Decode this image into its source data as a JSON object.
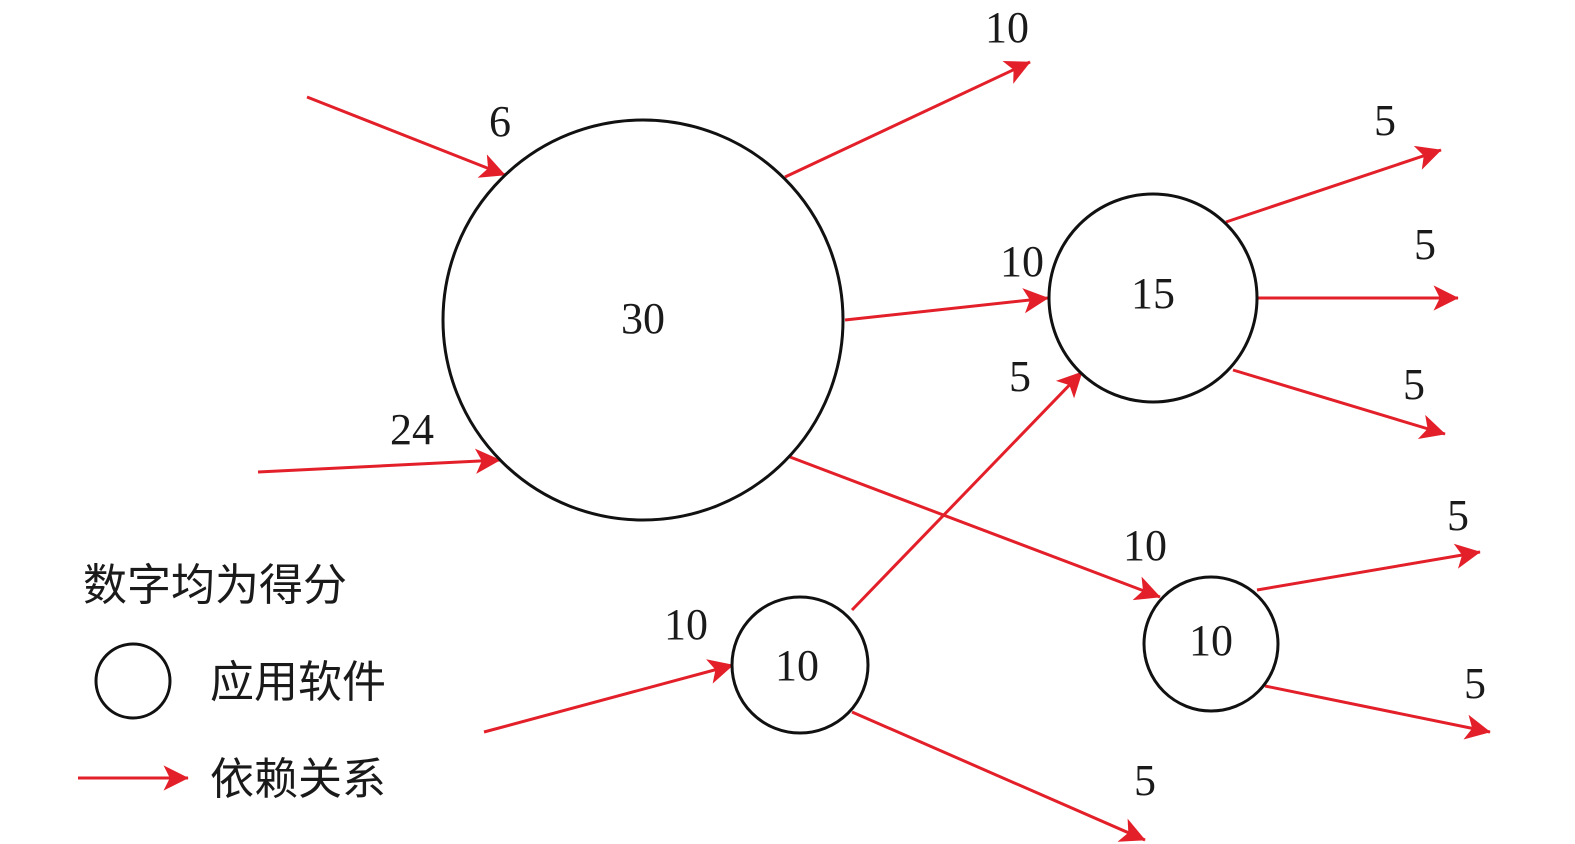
{
  "nodes": [
    {
      "id": "n30",
      "score": "30"
    },
    {
      "id": "n15",
      "score": "15"
    },
    {
      "id": "n10a",
      "score": "10"
    },
    {
      "id": "n10b",
      "score": "10"
    }
  ],
  "edges": [
    {
      "label": "6"
    },
    {
      "label": "24"
    },
    {
      "label": "10"
    },
    {
      "label": "10"
    },
    {
      "label": "10"
    },
    {
      "label": "5"
    },
    {
      "label": "10"
    },
    {
      "label": "5"
    },
    {
      "label": "5"
    },
    {
      "label": "5"
    },
    {
      "label": "5"
    },
    {
      "label": "5"
    },
    {
      "label": "5"
    }
  ],
  "legend": {
    "note": "数字均为得分",
    "node_label": "应用软件",
    "edge_label": "依赖关系"
  },
  "colors": {
    "edge": "#e3202a",
    "node_stroke": "#111111"
  }
}
